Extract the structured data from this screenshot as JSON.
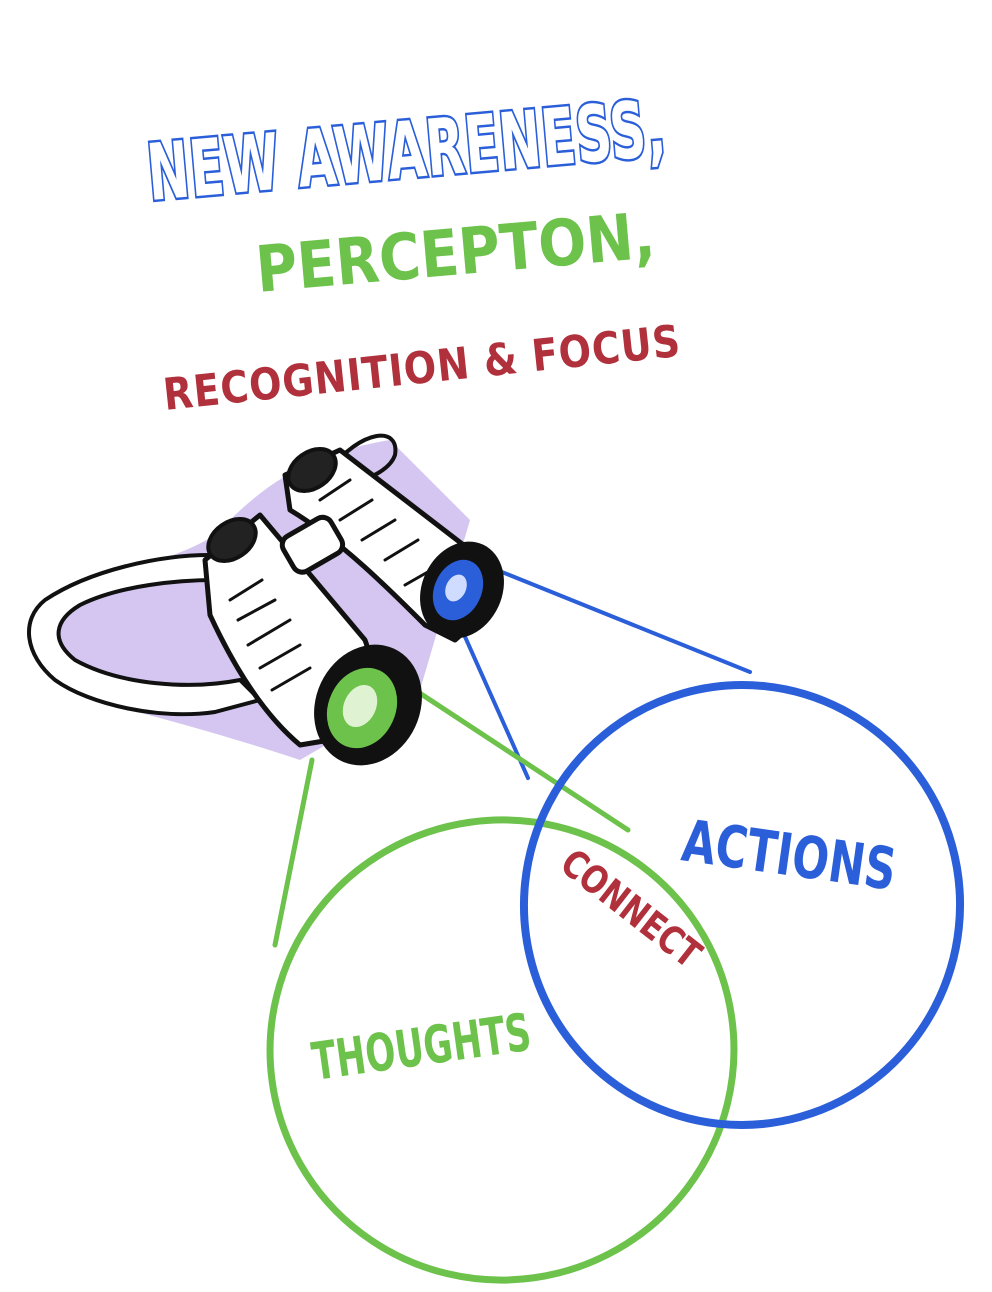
{
  "title": {
    "line1": "NEW AWARENESS,",
    "line2": "PERCEPTON,",
    "line3": "RECOGNITION & FOCUS"
  },
  "venn": {
    "left_circle_label": "THOUGHTS",
    "right_circle_label": "ACTIONS",
    "overlap_label": "CONNECT"
  },
  "icons": [
    "binoculars-icon"
  ],
  "colors": {
    "blue": "#2b5fd9",
    "green": "#6cc24a",
    "red": "#b0303b",
    "ink": "#111111",
    "shadow": "#c9b8ec"
  }
}
